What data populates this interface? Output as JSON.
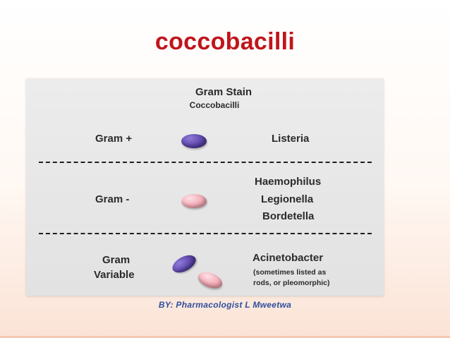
{
  "slide": {
    "title": "coccobacilli",
    "credit": "BY: Pharmacologist L Mweetwa"
  },
  "figure": {
    "heading": "Gram Stain",
    "subheading": "Coccobacilli",
    "rows": [
      {
        "label": "Gram +",
        "organisms": [
          "Listeria"
        ],
        "cell_color": "#5a43a6"
      },
      {
        "label": "Gram -",
        "organisms": [
          "Haemophilus",
          "Legionella",
          "Bordetella"
        ],
        "cell_color": "#f2a9b4"
      },
      {
        "label_lines": [
          "Gram",
          "Variable"
        ],
        "organisms": [
          "Acinetobacter"
        ],
        "note_lines": [
          "(sometimes listed as",
          "rods, or pleomorphic)"
        ],
        "cell_colors": [
          "#5a43a6",
          "#f2a9b4"
        ]
      }
    ]
  },
  "colors": {
    "title": "#c0151c",
    "gram_positive": "#5a43a6",
    "gram_negative": "#f2a9b4",
    "credit": "#2f4f9e"
  }
}
